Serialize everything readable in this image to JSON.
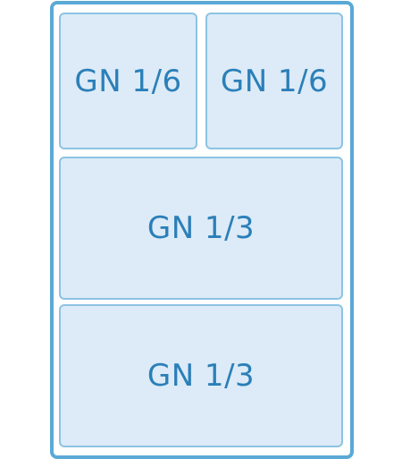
{
  "pans": [
    {
      "label": "GN 1/6"
    },
    {
      "label": "GN 1/6"
    },
    {
      "label": "GN 1/3"
    },
    {
      "label": "GN 1/3"
    }
  ]
}
